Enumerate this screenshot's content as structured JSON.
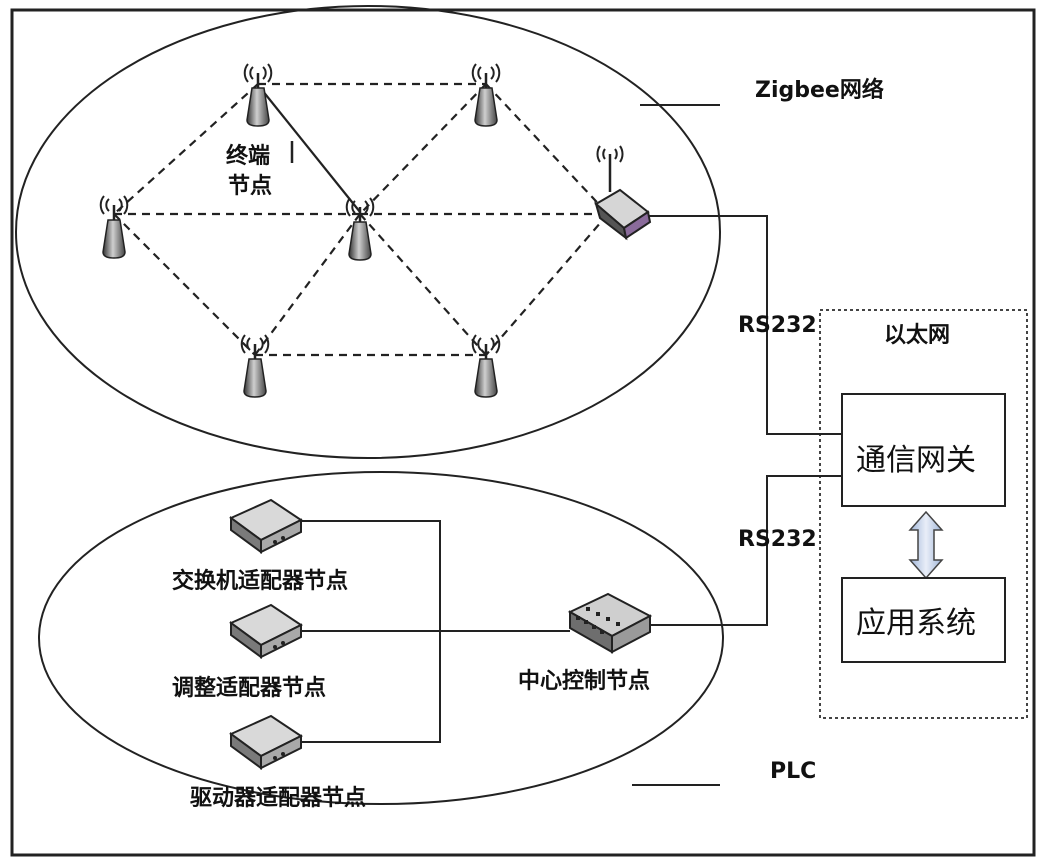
{
  "zigbee": {
    "label": "Zigbee网络",
    "terminal_label_line1": "终端",
    "terminal_label_line2": "节点"
  },
  "links": {
    "rs232_upper": "RS232",
    "rs232_lower": "RS232"
  },
  "ethernet": {
    "label": "以太网",
    "gateway": "通信网关",
    "app_system": "应用系统"
  },
  "plc": {
    "label": "PLC",
    "switch_adapter": "交换机适配器节点",
    "adjust_adapter": "调整适配器节点",
    "driver_adapter": "驱动器适配器节点",
    "center_control": "中心控制节点"
  }
}
